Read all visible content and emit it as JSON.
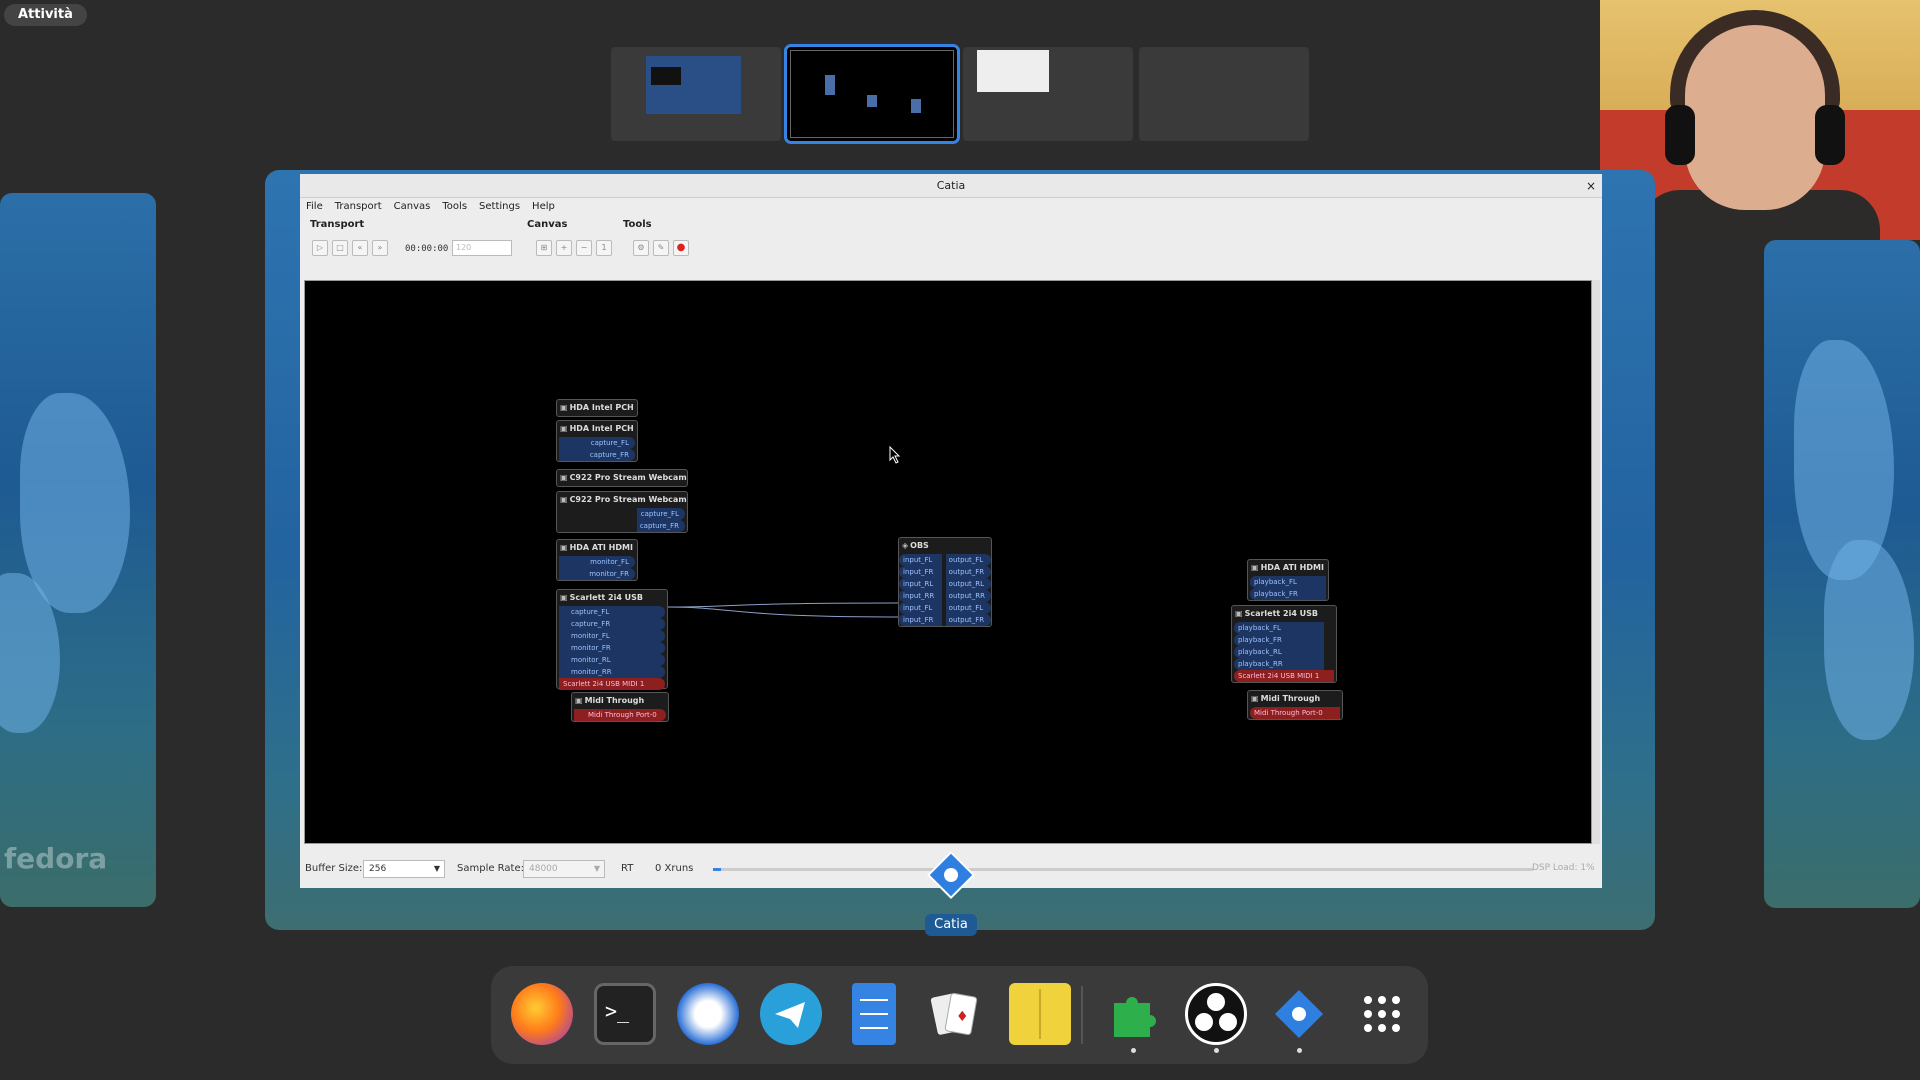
{
  "top": {
    "activities": "Attività"
  },
  "window": {
    "title": "Catia",
    "close": "×",
    "menu": [
      "File",
      "Transport",
      "Canvas",
      "Tools",
      "Settings",
      "Help"
    ],
    "toolbars": {
      "transport": "Transport",
      "canvas": "Canvas",
      "tools": "Tools"
    },
    "transport_time": "00:00:00",
    "bpm_placeholder": "120"
  },
  "canvas": {
    "nodes": {
      "hda_intel_1": "HDA Intel PCH",
      "hda_intel_2": "HDA Intel PCH",
      "hda_intel_ports": [
        "capture_FL",
        "capture_FR"
      ],
      "c922_1": "C922 Pro Stream Webcam",
      "c922_2": "C922 Pro Stream Webcam",
      "c922_ports": [
        "capture_FL",
        "capture_FR"
      ],
      "hda_ati": "HDA ATI HDMI",
      "hda_ati_ports": [
        "monitor_FL",
        "monitor_FR"
      ],
      "scarlett_src": "Scarlett 2i4 USB",
      "scarlett_src_ports": [
        "capture_FL",
        "capture_FR",
        "monitor_FL",
        "monitor_FR",
        "monitor_RL",
        "monitor_RR"
      ],
      "scarlett_src_midi": "Scarlett 2i4 USB MIDI 1",
      "midi_src": "Midi Through",
      "midi_src_port": "Midi Through Port-0",
      "obs": "OBS",
      "obs_inputs": [
        "input_FL",
        "input_FR",
        "input_RL",
        "input_RR",
        "input_FL",
        "input_FR"
      ],
      "obs_outputs": [
        "output_FL",
        "output_FR",
        "output_RL",
        "output_RR",
        "output_FL",
        "output_FR"
      ],
      "hda_ati_dst": "HDA ATI HDMI",
      "hda_ati_dst_ports": [
        "playback_FL",
        "playback_FR"
      ],
      "scarlett_dst": "Scarlett 2i4 USB",
      "scarlett_dst_ports": [
        "playback_FL",
        "playback_FR",
        "playback_RL",
        "playback_RR"
      ],
      "scarlett_dst_midi": "Scarlett 2i4 USB MIDI 1",
      "midi_dst": "Midi Through",
      "midi_dst_port": "Midi Through Port-0"
    }
  },
  "status": {
    "buffer_label": "Buffer Size:",
    "buffer_value": "256",
    "rate_label": "Sample Rate:",
    "rate_value": "48000",
    "rt": "RT",
    "xruns": "0 Xruns",
    "dsp_label": "DSP Load: 1%",
    "dsp_load": 0.01
  },
  "dash": {
    "tooltip": "Catia"
  },
  "desktop": {
    "watermark": "fedora"
  },
  "colors": {
    "accent": "#3584e4",
    "port_audio": "#1d3562",
    "port_midi": "#8d1f1f"
  },
  "dock_icons": [
    "firefox-icon",
    "terminal-icon",
    "mail-icon",
    "telegram-icon",
    "files-icon",
    "cards-icon",
    "dictionary-icon",
    "extensions-icon",
    "obs-icon",
    "catia-icon",
    "app-grid-icon"
  ]
}
